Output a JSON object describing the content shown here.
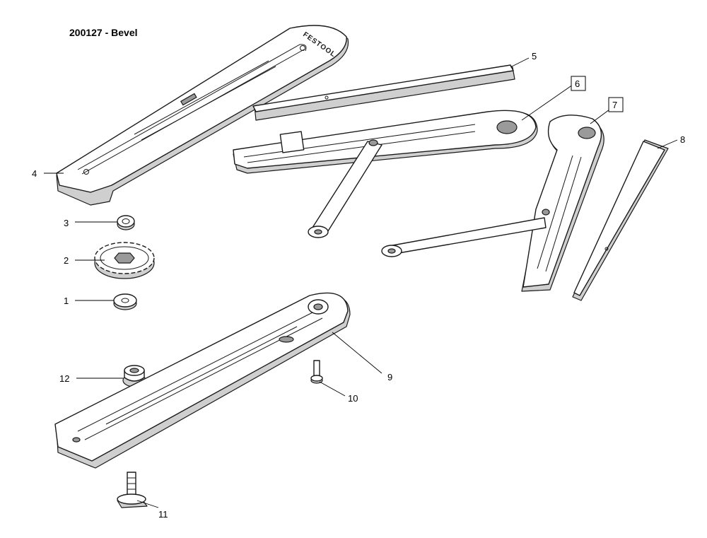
{
  "title": "200127 - Bevel",
  "brand_logo": "FESTOOL",
  "callouts": {
    "c1": "1",
    "c2": "2",
    "c3": "3",
    "c4": "4",
    "c5": "5",
    "c6": "6",
    "c7": "7",
    "c8": "8",
    "c9": "9",
    "c10": "10",
    "c11": "11",
    "c12": "12"
  },
  "boxed_callouts": [
    "6",
    "7"
  ]
}
